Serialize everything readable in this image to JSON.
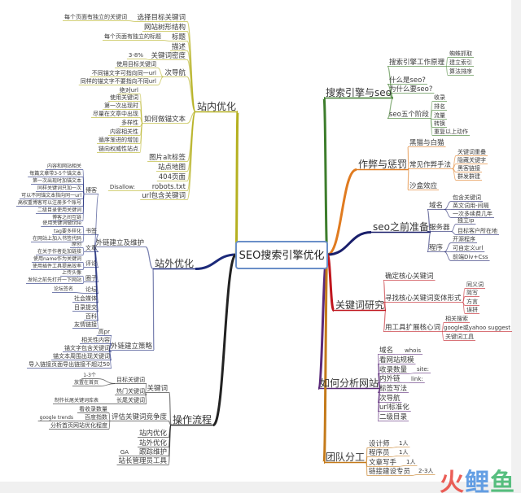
{
  "center": "SEO搜索引擎优化",
  "branches": [
    {
      "label": "搜索引擎与seo",
      "side": "R",
      "color": "#3d7d2c",
      "children": [
        {
          "label": "搜索引擎工作原理",
          "children": [
            {
              "label": "蜘蛛抓取"
            },
            {
              "label": "建立索引"
            },
            {
              "label": "算法排序"
            }
          ]
        },
        {
          "label": "什么是seo?"
        },
        {
          "label": "为什么要seo?"
        },
        {
          "label": "seo五个阶段",
          "children": [
            {
              "label": "收录"
            },
            {
              "label": "排名"
            },
            {
              "label": "流量"
            },
            {
              "label": "转换"
            },
            {
              "label": "重复以上动作"
            }
          ]
        }
      ]
    },
    {
      "label": "作弊与惩罚",
      "side": "R",
      "color": "#e07b20",
      "children": [
        {
          "label": "黑猫与白猫"
        },
        {
          "label": "常见作弊手法",
          "children": [
            {
              "label": "关键词重叠"
            },
            {
              "label": "隐藏关键字"
            },
            {
              "label": "黑客链接"
            },
            {
              "label": "群发群建"
            }
          ]
        },
        {
          "label": "沙盒效应"
        }
      ]
    },
    {
      "label": "seo之前准备",
      "side": "R",
      "color": "#1a1f6b",
      "children": [
        {
          "label": "域名",
          "children": [
            {
              "label": "包含关键词"
            },
            {
              "label": "英文词用-间隔"
            },
            {
              "label": "一次多续费几年"
            }
          ]
        },
        {
          "label": "服务器",
          "children": [
            {
              "label": "独立ip"
            },
            {
              "label": "目标客户所在地"
            }
          ]
        },
        {
          "label": "程序",
          "children": [
            {
              "label": "开源程序"
            },
            {
              "label": "可自定义url"
            },
            {
              "label": "前端Div+Css"
            }
          ]
        }
      ]
    },
    {
      "label": "关键词研究",
      "side": "R",
      "color": "#c0161e",
      "children": [
        {
          "label": "确定核心关键词"
        },
        {
          "label": "寻找核心关键词变体形式",
          "children": [
            {
              "label": "同义词"
            },
            {
              "label": "简写"
            },
            {
              "label": "方言"
            },
            {
              "label": "误拼"
            }
          ]
        },
        {
          "label": "用工具扩展核心词",
          "children": [
            {
              "label": "相关搜索"
            },
            {
              "label": "google或yahoo suggest"
            },
            {
              "label": "关键词工具"
            }
          ]
        }
      ]
    },
    {
      "label": "如何分析网站",
      "side": "R",
      "color": "#5b2a7a",
      "children": [
        {
          "label": "域名",
          "children": [
            {
              "label": "whois"
            }
          ]
        },
        {
          "label": "看网站规模"
        },
        {
          "label": "收录数量",
          "children": [
            {
              "label": "site:"
            }
          ]
        },
        {
          "label": "内外链",
          "children": [
            {
              "label": "link:"
            }
          ]
        },
        {
          "label": "标签写法"
        },
        {
          "label": "次导航"
        },
        {
          "label": "url标准化"
        },
        {
          "label": "二级目录"
        }
      ]
    },
    {
      "label": "团队分工",
      "side": "R",
      "color": "#c47a1a",
      "children": [
        {
          "label": "设计师",
          "children": [
            {
              "label": "1人"
            }
          ]
        },
        {
          "label": "程序员",
          "children": [
            {
              "label": "1人"
            }
          ]
        },
        {
          "label": "文章写手",
          "children": [
            {
              "label": "1人"
            }
          ]
        },
        {
          "label": "链接建设专员",
          "children": [
            {
              "label": "2-3人"
            }
          ]
        }
      ]
    },
    {
      "label": "站内优化",
      "side": "L",
      "color": "#b5b020",
      "children": [
        {
          "label": "选择目标关键词",
          "children": [
            {
              "label": "每个页面有独立的关键词"
            }
          ]
        },
        {
          "label": "网站树形结构"
        },
        {
          "label": "标题",
          "children": [
            {
              "label": "每个页面有独立的标题"
            }
          ]
        },
        {
          "label": "描述"
        },
        {
          "label": "关键词密度",
          "children": [
            {
              "label": "3-8%"
            }
          ]
        },
        {
          "label": "次导航",
          "children": [
            {
              "label": "使用目标关键词"
            },
            {
              "label": "不同锚文字可指向同一url"
            },
            {
              "label": "同样的锚文字不要指向不同url"
            }
          ]
        },
        {
          "label": "如何做锚文本",
          "children": [
            {
              "label": "绝对url"
            },
            {
              "label": "使用关键词"
            },
            {
              "label": "第一次出现时"
            },
            {
              "label": "尽量在文章中出现"
            },
            {
              "label": "多样性"
            },
            {
              "label": "内容相关性"
            },
            {
              "label": "循序渐进的增加"
            },
            {
              "label": "链向权威性站点"
            }
          ]
        },
        {
          "label": "图片alt标签"
        },
        {
          "label": "站点地图"
        },
        {
          "label": "404页面"
        },
        {
          "label": "robots.txt",
          "children": [
            {
              "label": "Disallow:"
            }
          ]
        },
        {
          "label": "url包含关键词"
        }
      ]
    },
    {
      "label": "站外优化",
      "side": "L",
      "color": "#1c2a7a",
      "children": [
        {
          "label": "外链建立及维护",
          "children": [
            {
              "label": "博客",
              "children": [
                {
                  "label": "内容和网站相关"
                },
                {
                  "label": "每篇文章带3-5个锚文本"
                },
                {
                  "label": "第一次出现时加锚文本"
                },
                {
                  "label": "同样关键词只加一次"
                },
                {
                  "label": "可以不同锚文本指向同一url"
                },
                {
                  "label": "高权重博客可以注册多个账号"
                },
                {
                  "label": "二级目录使用关键词"
                },
                {
                  "label": "博客之间互链"
                }
              ]
            },
            {
              "label": "书签",
              "children": [
                {
                  "label": "使用关键词做title"
                },
                {
                  "label": "tag要多样化"
                },
                {
                  "label": "在网站上加入书签代码"
                }
              ]
            },
            {
              "label": "文章",
              "children": [
                {
                  "label": "原创"
                },
                {
                  "label": "在关于作者处加链接"
                }
              ]
            },
            {
              "label": "评论",
              "children": [
                {
                  "label": "使用name作为关键词"
                },
                {
                  "label": "使用插件工具提高效率"
                }
              ]
            },
            {
              "label": "圈子",
              "children": [
                {
                  "label": "上传头像"
                },
                {
                  "label": "发帖之前先打开一下网站"
                }
              ]
            },
            {
              "label": "论坛",
              "children": [
                {
                  "label": "论坛签名"
                }
              ]
            },
            {
              "label": "社会媒体"
            },
            {
              "label": "目录提交"
            },
            {
              "label": "百科"
            },
            {
              "label": "友情链接"
            }
          ]
        },
        {
          "label": "外链建立策略",
          "children": [
            {
              "label": "高pr"
            },
            {
              "label": "相关性内容"
            },
            {
              "label": "锚文字包含关键词"
            },
            {
              "label": "锚文本周围出现关键词"
            },
            {
              "label": "导入链接页面导出链接不超过50"
            }
          ]
        }
      ]
    },
    {
      "label": "操作流程",
      "side": "L",
      "color": "#222222",
      "children": [
        {
          "label": "关键词",
          "children": [
            {
              "label": "目标关键词",
              "children": [
                {
                  "label": "1-3个"
                },
                {
                  "label": "放置在首页"
                }
              ]
            },
            {
              "label": "热门关键词"
            },
            {
              "label": "长尾关键词",
              "children": [
                {
                  "label": "制作长尾关键词库表"
                }
              ]
            }
          ]
        },
        {
          "label": "评估关键词竞争度",
          "children": [
            {
              "label": "看收录数量"
            },
            {
              "label": "百度指数",
              "children": [
                {
                  "label": "google trends"
                }
              ]
            },
            {
              "label": "分析首页网站优化程度"
            }
          ]
        },
        {
          "label": "站内优化"
        },
        {
          "label": "站外优化"
        },
        {
          "label": "跟踪维护",
          "children": [
            {
              "label": "GA"
            }
          ]
        },
        {
          "label": "站长管理员工具"
        }
      ]
    }
  ],
  "watermark": {
    "chars": [
      "火",
      "鲤",
      "鱼"
    ],
    "colors": [
      "#e8433a",
      "#4a8fe0",
      "#3cb56a"
    ]
  }
}
